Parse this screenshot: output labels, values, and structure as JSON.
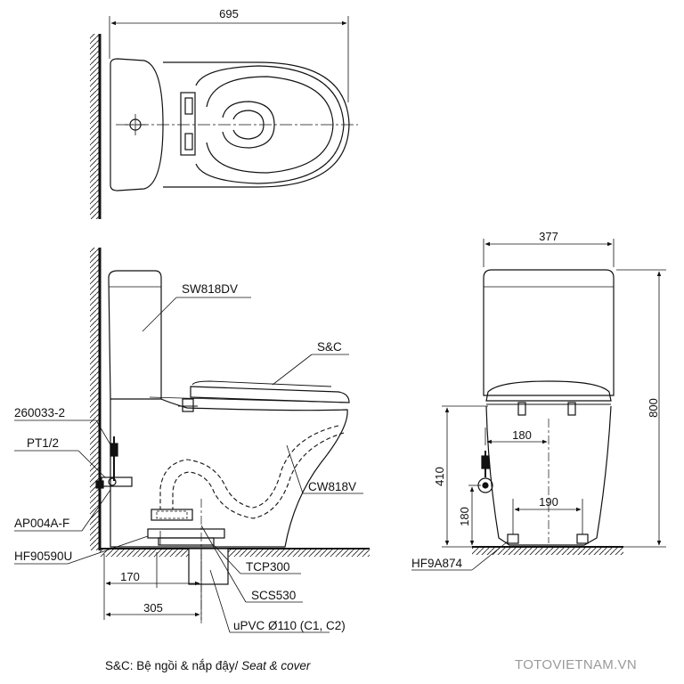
{
  "top_view": {
    "width_dim": "695"
  },
  "side_view": {
    "labels": {
      "tank": "SW818DV",
      "seat": "S&C",
      "bracket": "260033-2",
      "pt": "PT1/2",
      "valve": "AP004A-F",
      "flange_left": "HF90590U",
      "bowl": "CW818V",
      "tcp": "TCP300",
      "scs": "SCS530",
      "pipe": "uPVC Ø110 (C1, C2)"
    },
    "dims": {
      "d170": "170",
      "d305": "305"
    }
  },
  "front_view": {
    "dims": {
      "width": "377",
      "height": "800",
      "d410": "410",
      "d180v": "180",
      "d180h": "180",
      "d190": "190"
    },
    "labels": {
      "flange": "HF9A874"
    }
  },
  "caption": {
    "text": "S&C: Bệ ngồi & nắp đậy/",
    "italic": "Seat & cover"
  },
  "watermark": "TOTOVIETNAM.VN"
}
